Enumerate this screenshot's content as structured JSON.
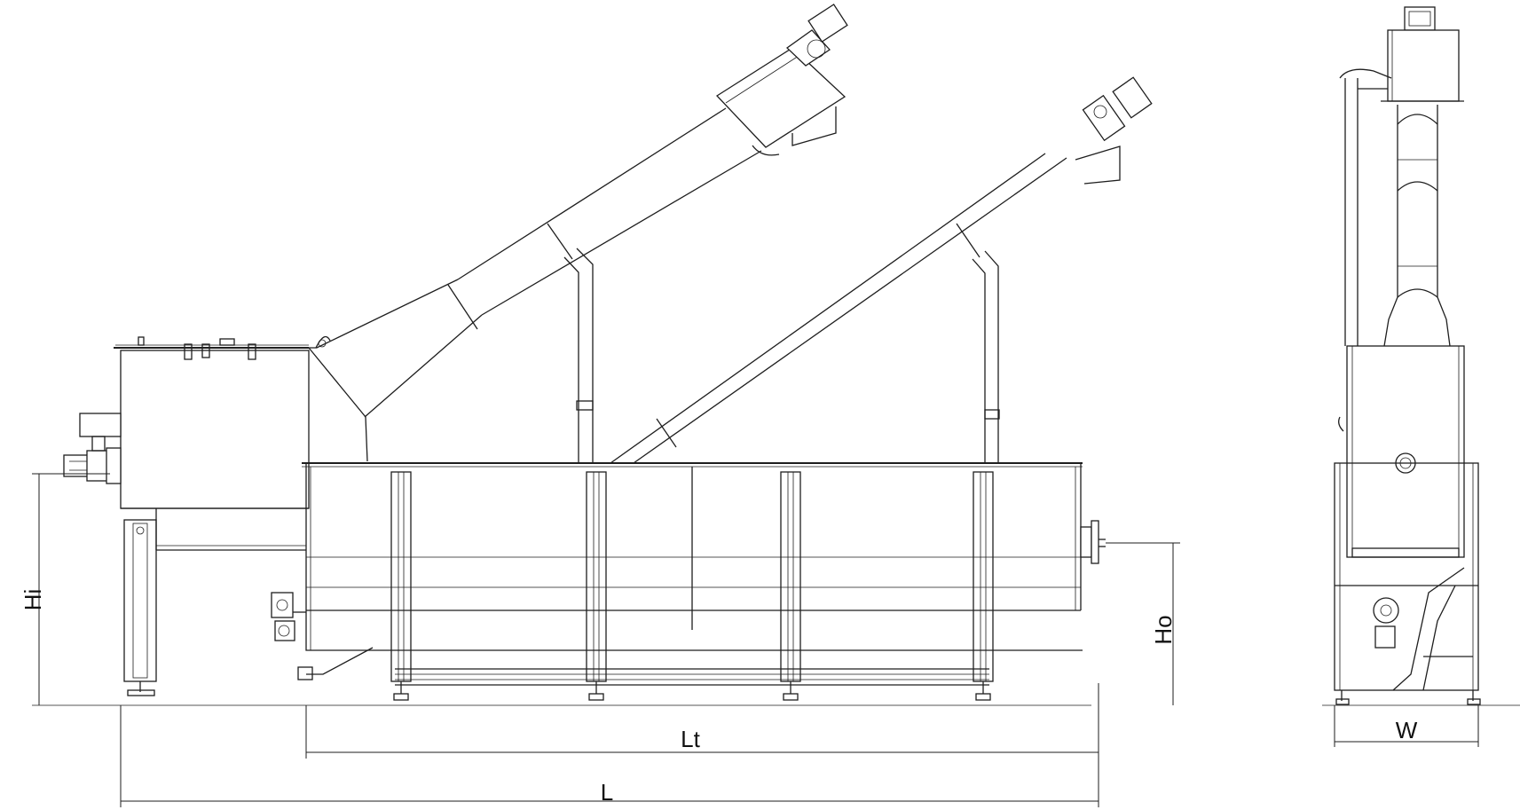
{
  "drawing": {
    "dimensions": {
      "overall_length": "L",
      "tank_length": "Lt",
      "width": "W",
      "inlet_height": "Hi",
      "outlet_height": "Ho"
    }
  }
}
